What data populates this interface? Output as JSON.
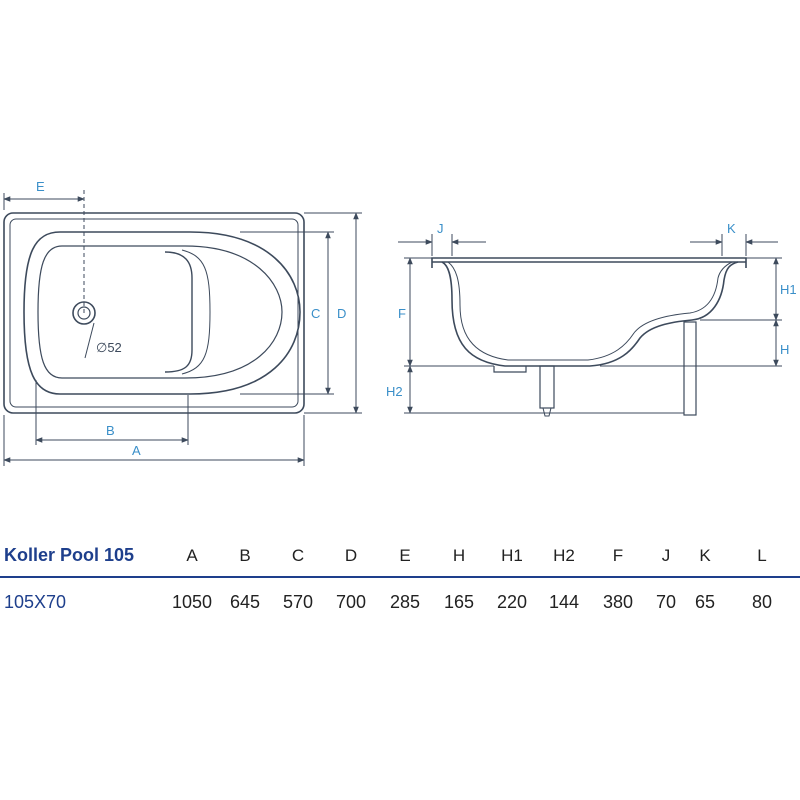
{
  "diagram": {
    "labels": {
      "A": "A",
      "B": "B",
      "C": "C",
      "D": "D",
      "E": "E",
      "F": "F",
      "H": "H",
      "H1": "H1",
      "H2": "H2",
      "J": "J",
      "K": "K",
      "drain": "∅52"
    },
    "colors": {
      "line": "#3d4a5c",
      "dimension": "#3a8fc9",
      "accent": "#1e3f8c"
    }
  },
  "table": {
    "model": "Koller Pool 105",
    "columns": [
      "A",
      "B",
      "C",
      "D",
      "E",
      "H",
      "H1",
      "H2",
      "F",
      "J",
      "K",
      "L"
    ],
    "rows": [
      {
        "name": "105X70",
        "values": [
          "1050",
          "645",
          "570",
          "700",
          "285",
          "165",
          "220",
          "144",
          "380",
          "70",
          "65",
          "80"
        ]
      }
    ]
  }
}
